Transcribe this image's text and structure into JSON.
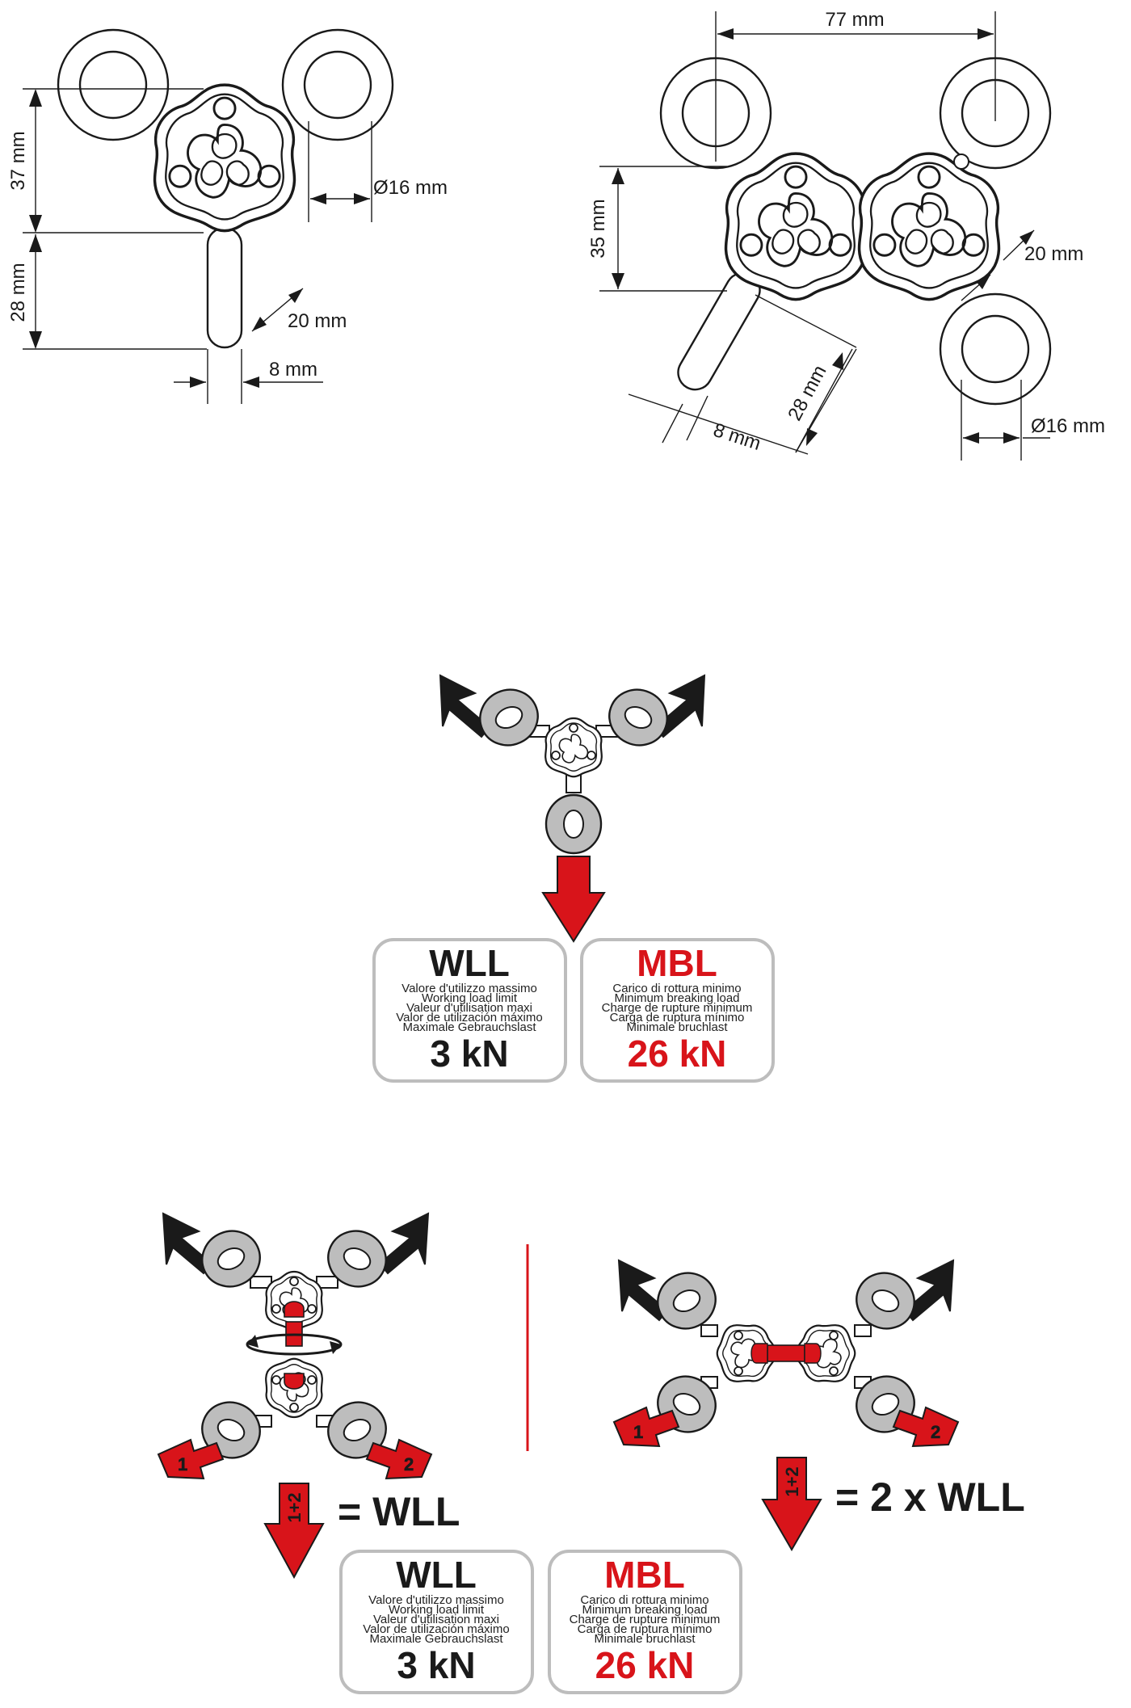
{
  "dimensions": {
    "left": {
      "height_top": "37 mm",
      "height_bottom": "28 mm",
      "ring_diameter": "Ø16 mm",
      "slot_length": "20 mm",
      "slot_width": "8 mm"
    },
    "right": {
      "width": "77 mm",
      "height": "35 mm",
      "slot_length": "20 mm",
      "arm_length": "28 mm",
      "arm_width": "8 mm",
      "ring_diameter": "Ø16 mm"
    }
  },
  "load_box_single": {
    "wll": {
      "title": "WLL",
      "desc": [
        "Valore d'utilizzo massimo",
        "Working load limit",
        "Valeur d'utilisation maxi",
        "Valor de utilización máximo",
        "Maximale Gebrauchslast"
      ],
      "value": "3 kN"
    },
    "mbl": {
      "title": "MBL",
      "desc": [
        "Carico di rottura minimo",
        "Minimum breaking load",
        "Charge de rupture minimum",
        "Carga de ruptura mínimo",
        "Minimale bruchlast"
      ],
      "value": "26 kN"
    }
  },
  "load_box_double": {
    "wll": {
      "title": "WLL",
      "desc": [
        "Valore d'utilizzo massimo",
        "Working load limit",
        "Valeur d'utilisation maxi",
        "Valor de utilización máximo",
        "Maximale Gebrauchslast"
      ],
      "value": "3 kN"
    },
    "mbl": {
      "title": "MBL",
      "desc": [
        "Carico di rottura minimo",
        "Minimum breaking load",
        "Charge de rupture minimum",
        "Carga de ruptura mínimo",
        "Minimale bruchlast"
      ],
      "value": "26 kN"
    }
  },
  "config_stacked": {
    "arrow1": "1",
    "arrow2": "2",
    "resultant": "1+2",
    "equation": "= WLL"
  },
  "config_side": {
    "arrow1": "1",
    "arrow2": "2",
    "resultant": "1+2",
    "equation": "= 2 x WLL"
  },
  "colors": {
    "accent": "#d8141a",
    "ink": "#1a1a1a",
    "ring_fill": "#bdbdbd",
    "box_border": "#bdbdbd"
  }
}
